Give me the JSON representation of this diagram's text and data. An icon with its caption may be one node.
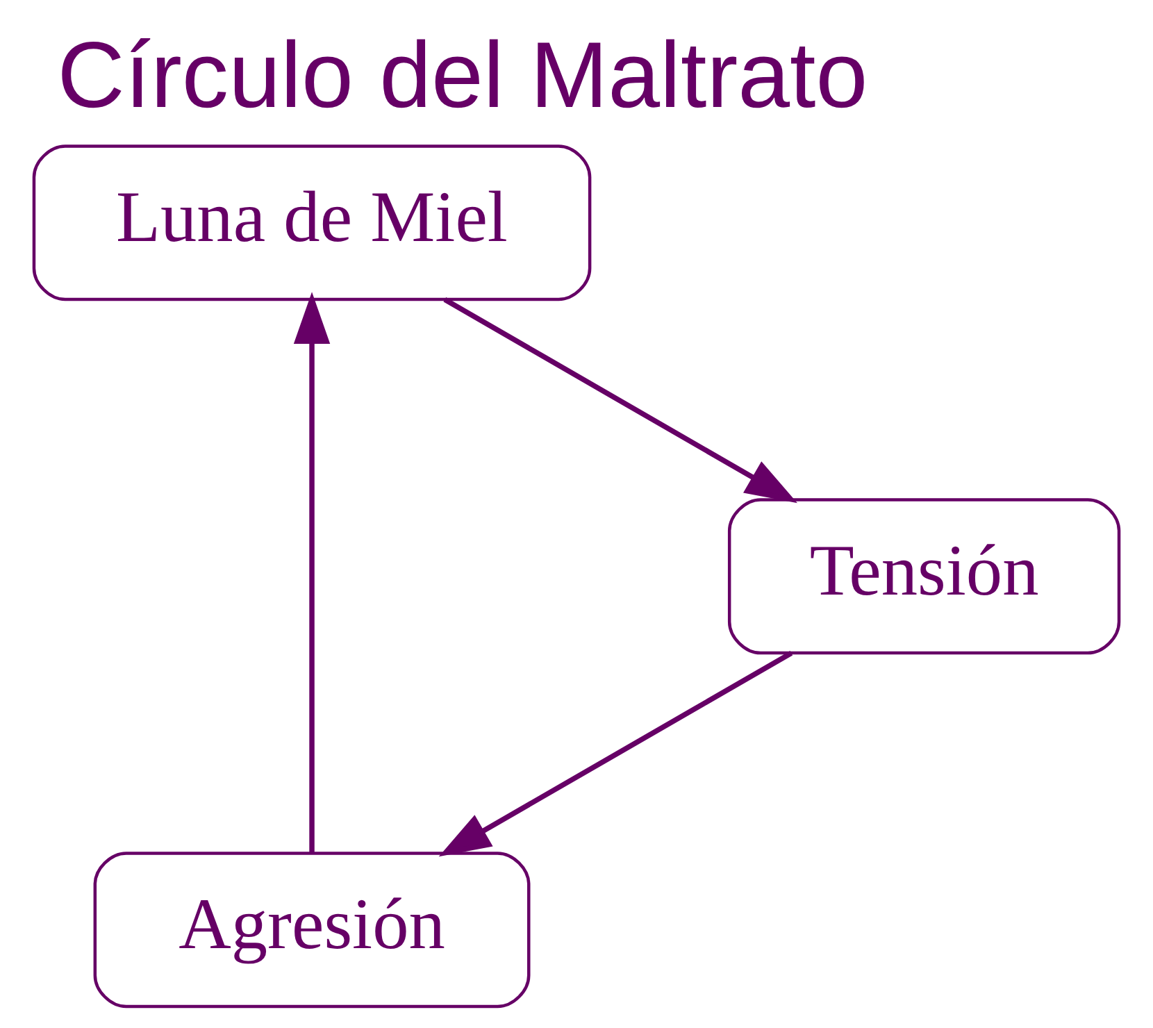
{
  "diagram": {
    "title": "Círculo del Maltrato",
    "nodes": [
      {
        "text": [
          "Agresión"
        ]
      },
      {
        "text": [
          "Luna de Miel"
        ]
      },
      {
        "text": [
          "Tensión"
        ]
      }
    ],
    "edges": [
      {
        "from": 0,
        "to": 1,
        "arrow": "to"
      },
      {
        "from": 1,
        "to": 2,
        "arrow": "to"
      },
      {
        "from": 2,
        "to": 0,
        "arrow": "to"
      }
    ]
  }
}
